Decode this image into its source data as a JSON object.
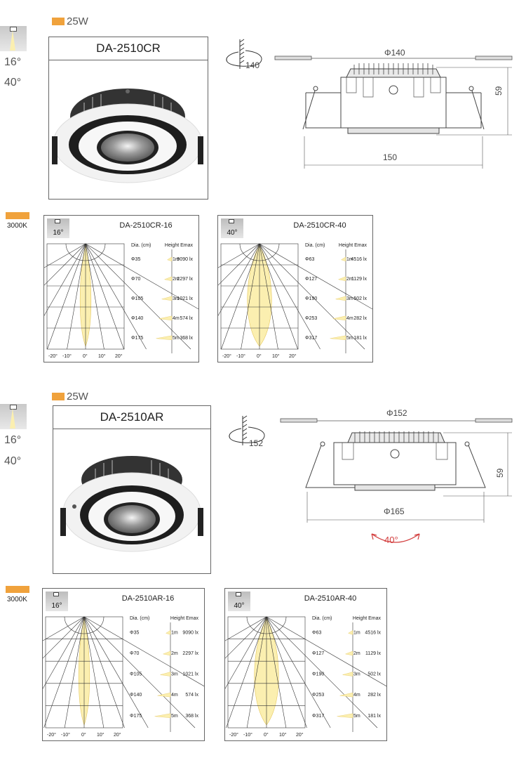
{
  "products": [
    {
      "watt": "25W",
      "angles": [
        "16°",
        "40°"
      ],
      "model": "DA-2510CR",
      "cutout_label": "140",
      "dim_top": "Φ140",
      "dim_height": "59",
      "dim_bottom": "150",
      "tilt_label": "",
      "color_temp": "3000K",
      "panels": [
        {
          "beam": "16°",
          "title": "DA-2510CR-16",
          "dia_header": "Dia. (cm)",
          "height_header": "Height Emax",
          "rows": [
            {
              "dia": "Φ35",
              "h": "1m",
              "lux": "9090 lx"
            },
            {
              "dia": "Φ70",
              "h": "2m",
              "lux": "2297 lx"
            },
            {
              "dia": "Φ105",
              "h": "3m",
              "lux": "1021 lx"
            },
            {
              "dia": "Φ140",
              "h": "4m",
              "lux": "574 lx"
            },
            {
              "dia": "Φ175",
              "h": "5m",
              "lux": "368 lx"
            }
          ],
          "ticks": [
            "-20°",
            "-10°",
            "0°",
            "10°",
            "20°"
          ]
        },
        {
          "beam": "40°",
          "title": "DA-2510CR-40",
          "dia_header": "Dia. (cm)",
          "height_header": "Height Emax",
          "rows": [
            {
              "dia": "Φ63",
              "h": "1m",
              "lux": "4516 lx"
            },
            {
              "dia": "Φ127",
              "h": "2m",
              "lux": "1129 lx"
            },
            {
              "dia": "Φ190",
              "h": "3m",
              "lux": "502 lx"
            },
            {
              "dia": "Φ253",
              "h": "4m",
              "lux": "282 lx"
            },
            {
              "dia": "Φ317",
              "h": "5m",
              "lux": "181 lx"
            }
          ],
          "ticks": [
            "-20°",
            "-10°",
            "0°",
            "10°",
            "20°"
          ]
        }
      ]
    },
    {
      "watt": "25W",
      "angles": [
        "16°",
        "40°"
      ],
      "model": "DA-2510AR",
      "cutout_label": "152",
      "dim_top": "Φ152",
      "dim_height": "59",
      "dim_bottom": "Φ165",
      "tilt_label": "40°",
      "color_temp": "3000K",
      "panels": [
        {
          "beam": "16°",
          "title": "DA-2510AR-16",
          "dia_header": "Dia. (cm)",
          "height_header": "Height Emax",
          "rows": [
            {
              "dia": "Φ35",
              "h": "1m",
              "lux": "9090 lx"
            },
            {
              "dia": "Φ70",
              "h": "2m",
              "lux": "2297 lx"
            },
            {
              "dia": "Φ105",
              "h": "3m",
              "lux": "1021 lx"
            },
            {
              "dia": "Φ140",
              "h": "4m",
              "lux": "574 lx"
            },
            {
              "dia": "Φ175",
              "h": "5m",
              "lux": "368 lx"
            }
          ],
          "ticks": [
            "-20°",
            "-10°",
            "0°",
            "10°",
            "20°"
          ]
        },
        {
          "beam": "40°",
          "title": "DA-2510AR-40",
          "dia_header": "Dia. (cm)",
          "height_header": "Height Emax",
          "rows": [
            {
              "dia": "Φ63",
              "h": "1m",
              "lux": "4516 lx"
            },
            {
              "dia": "Φ127",
              "h": "2m",
              "lux": "1129 lx"
            },
            {
              "dia": "Φ190",
              "h": "3m",
              "lux": "502 lx"
            },
            {
              "dia": "Φ253",
              "h": "4m",
              "lux": "282 lx"
            },
            {
              "dia": "Φ317",
              "h": "5m",
              "lux": "181 lx"
            }
          ],
          "ticks": [
            "-20°",
            "-10°",
            "0°",
            "10°",
            "20°"
          ]
        }
      ]
    }
  ],
  "colors": {
    "accent": "#f0a23c",
    "beam": "#fbefb0",
    "tilt_arrow": "#d23c3c"
  }
}
